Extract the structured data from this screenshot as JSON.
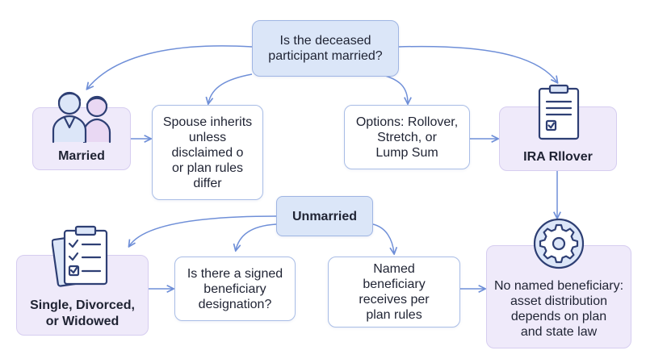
{
  "nodes": {
    "question": "Is the deceased\nparticipant married?",
    "married": "Married",
    "spouse": "Spouse inherits\nunless\ndisclaimed o\nor plan rules\ndiffer",
    "options": "Options: Rollover,\nStretch, or\nLump Sum",
    "ira": "IRA Rllover",
    "unmarried": "Unmarried",
    "single": "Single, Divorced,\nor Widowed",
    "signed": "Is there a signed\nbeneficiary\ndesignation?",
    "named": "Named\nbeneficiary\nreceives per\nplan rules",
    "no_named": "No named beneficiary:\nasset distribution\ndepends on plan\nand state law"
  },
  "icons": {
    "married": "couple-icon",
    "ira": "clipboard-check-icon",
    "single": "checklist-icon",
    "no_named": "gear-icon"
  },
  "colors": {
    "arrow": "#6f8fd8",
    "box_border": "#a9bde6",
    "highlight_fill": "#dbe6f8",
    "side_fill": "#efeafa"
  }
}
